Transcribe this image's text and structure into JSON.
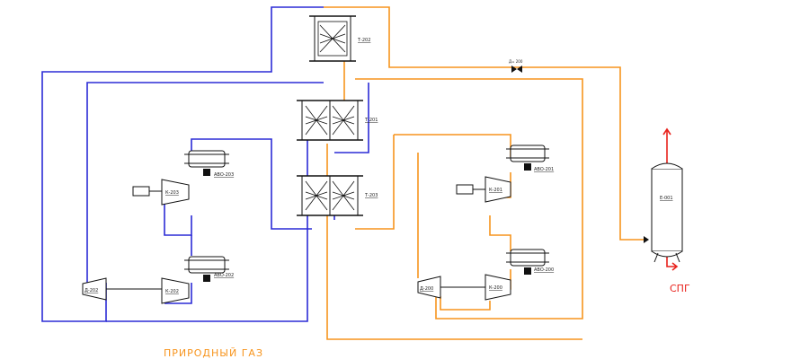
{
  "equipment": {
    "t202": "Т-202",
    "t201": "Т-201",
    "t203": "Т-203",
    "k203": "К-203",
    "k202": "К-202",
    "k201": "К-201",
    "k200": "К-200",
    "d202": "Д-202",
    "d200": "Д-200",
    "avo203": "АВО-203",
    "avo202": "АВО-202",
    "avo201": "АВО-201",
    "avo200": "АВО-200",
    "e001": "Е-001",
    "valve": "Д= 200"
  },
  "streams": {
    "natural_gas": "ПРИРОДНЫЙ ГАЗ",
    "lng": "СПГ"
  },
  "colors": {
    "blue_pipe": "#2b2bd6",
    "orange_pipe": "#f7941d",
    "red_pipe": "#e8211b",
    "equipment_line": "#111111"
  }
}
